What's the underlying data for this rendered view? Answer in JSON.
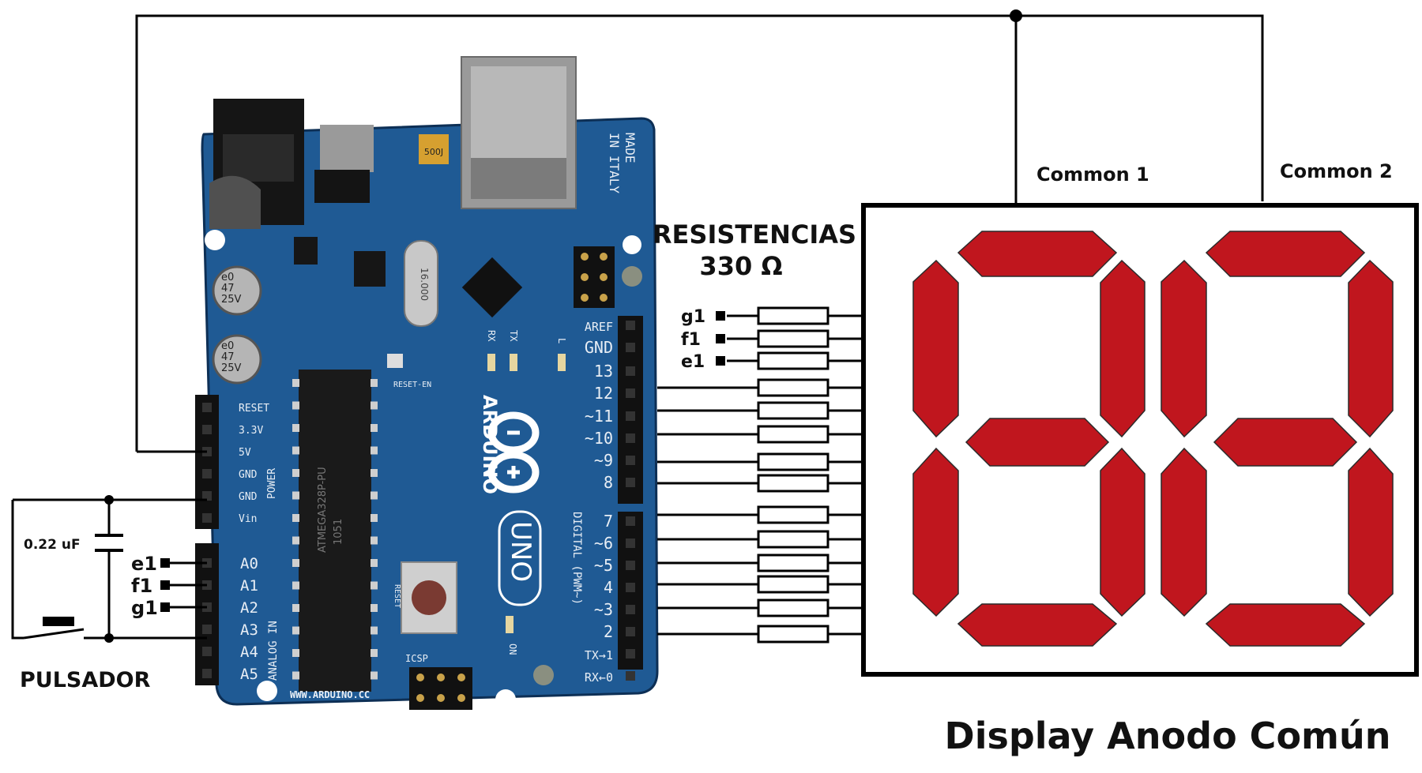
{
  "labels": {
    "common1": "Common 1",
    "common2": "Common 2",
    "resistors_title": "RESISTENCIAS",
    "resistors_value": "330 Ω",
    "capacitor": "0.22  uF",
    "button": "PULSADOR",
    "display": "Display Anodo Común"
  },
  "left_signals": [
    "e1",
    "f1",
    "g1"
  ],
  "resistor_signals": [
    "g1",
    "f1",
    "e1"
  ],
  "board": {
    "name": "ARDUINO",
    "model": "UNO",
    "made_in": [
      "MADE",
      "IN ITALY"
    ],
    "url": "WWW.ARDUINO.CC",
    "reset_fn": "RESET-EN",
    "icsp": "ICSP",
    "reset_btn": "RESET",
    "on_label": "ON",
    "rx": "RX",
    "tx": "TX",
    "l_led": "L",
    "power_label": "POWER",
    "analog_label": "ANALOG IN",
    "digital_label": "DIGITAL (PWM~)",
    "chip": "ATMEGA328P-PU",
    "chip_code": "1051",
    "crystal": "16.000",
    "reg": "500J",
    "cap_text": [
      "e0",
      "47",
      "25V"
    ],
    "power_pins": [
      "RESET",
      "3.3V",
      "5V",
      "GND",
      "GND",
      "Vin"
    ],
    "analog_pins": [
      "A0",
      "A1",
      "A2",
      "A3",
      "A4",
      "A5"
    ],
    "digital_top": [
      "AREF",
      "GND",
      "13",
      "12",
      "~11",
      "~10",
      "~9",
      "8"
    ],
    "digital_bottom": [
      "7",
      "~6",
      "~5",
      "4",
      "~3",
      "2",
      "TX→1",
      "RX←0"
    ]
  },
  "colors": {
    "segment": "#c0161e",
    "board": "#1f5a94",
    "wire": "#000000"
  }
}
